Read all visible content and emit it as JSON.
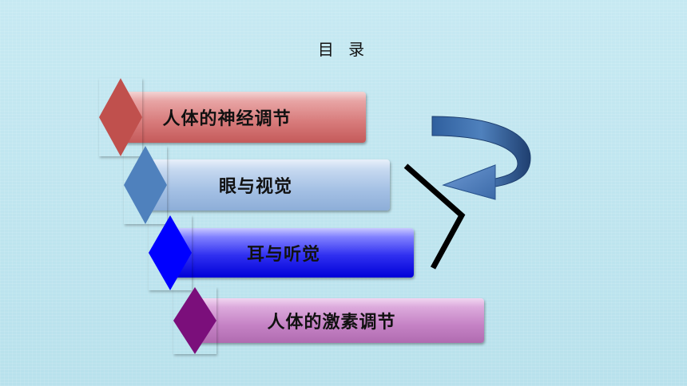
{
  "title": "目 录",
  "items": [
    {
      "label": "人体的神经调节",
      "color": "#c0504d"
    },
    {
      "label": "眼与视觉",
      "color": "#4f81bd"
    },
    {
      "label": "耳与听觉",
      "color": "#0000ff"
    },
    {
      "label": "人体的激素调节",
      "color": "#7b0f7b"
    }
  ],
  "arrow_icon": "curved-arrow-left-icon",
  "bracket_icon": "angle-bracket-icon"
}
